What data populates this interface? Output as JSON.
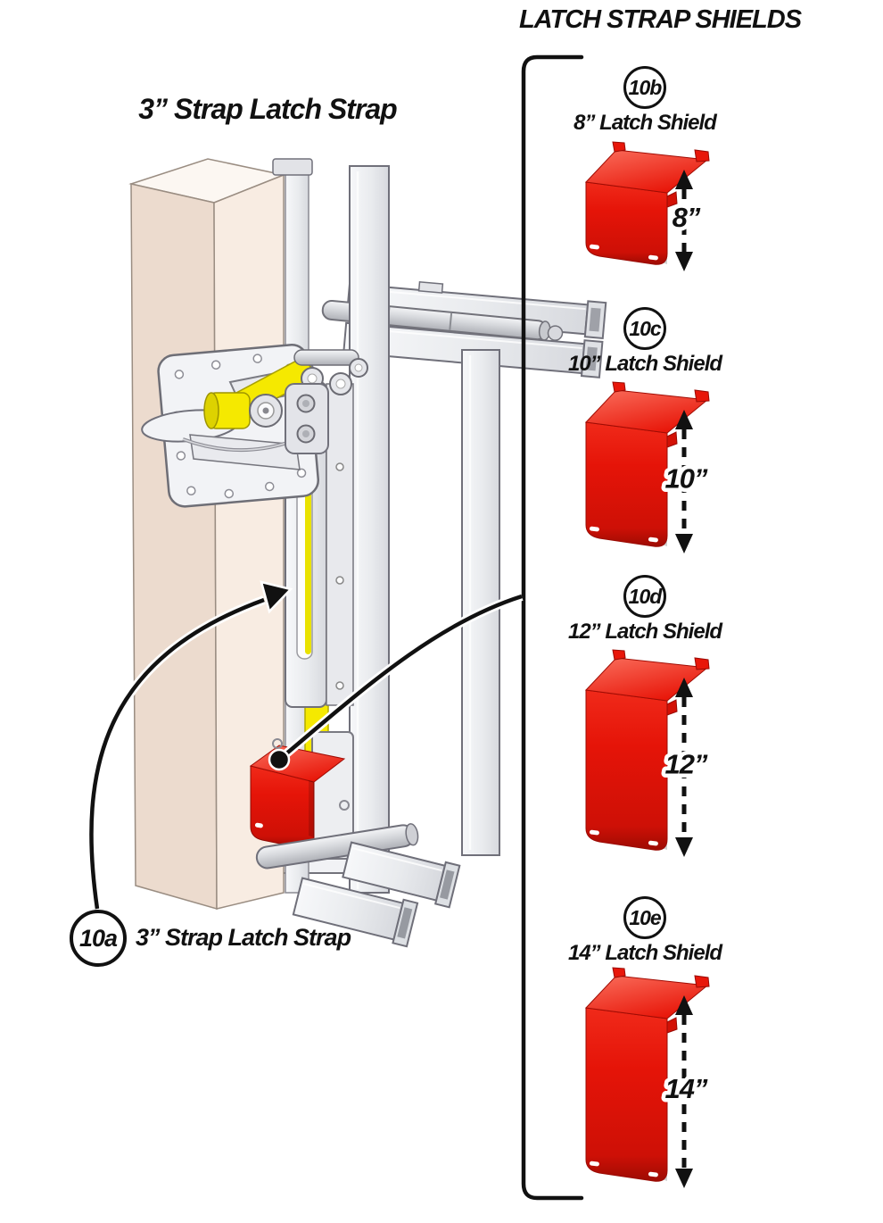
{
  "left": {
    "title": "3” Strap Latch Strap",
    "callout_tag": "10a",
    "callout_label": "3” Strap Latch Strap"
  },
  "right": {
    "header": "LATCH STRAP SHIELDS",
    "items": [
      {
        "tag": "10b",
        "label": "8” Latch Shield",
        "dimension": "8”"
      },
      {
        "tag": "10c",
        "label": "10” Latch Shield",
        "dimension": "10”"
      },
      {
        "tag": "10d",
        "label": "12” Latch Shield",
        "dimension": "12”"
      },
      {
        "tag": "10e",
        "label": "14” Latch Shield",
        "dimension": "14”"
      }
    ]
  },
  "colors": {
    "shield_red": "#e41408",
    "strap_yellow": "#f5e900",
    "post_beige": "#f3e2d5",
    "line_black": "#111111"
  }
}
